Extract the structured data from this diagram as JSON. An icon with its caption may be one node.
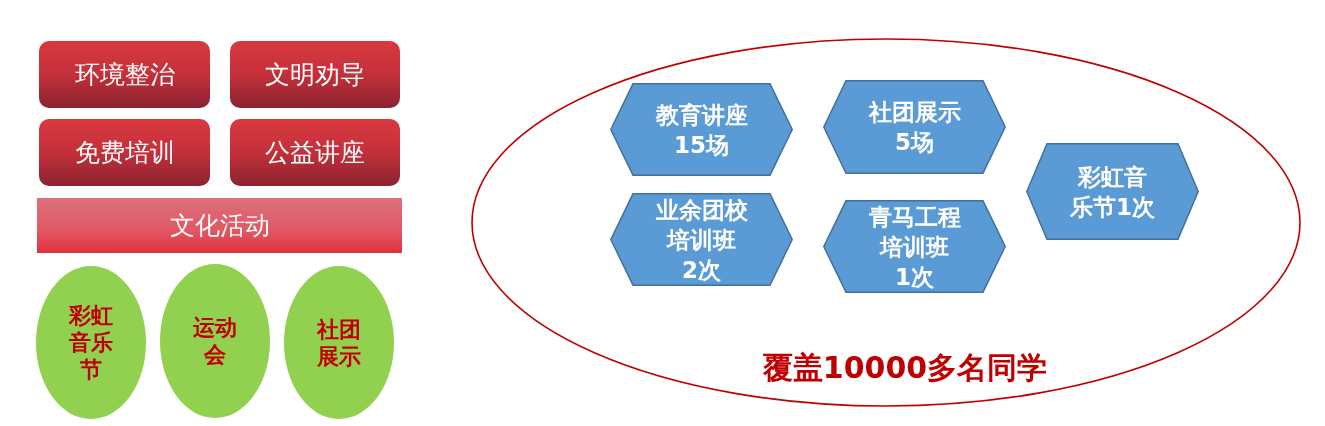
{
  "diagram": {
    "nodes": [
      {
        "text": [
          "环境整治"
        ]
      },
      {
        "text": [
          "文明劝导"
        ]
      },
      {
        "text": [
          "免费培训"
        ]
      },
      {
        "text": [
          "公益讲座"
        ]
      },
      {
        "text": [
          "文化活动"
        ]
      },
      {
        "text": [
          "彩虹音乐节"
        ]
      },
      {
        "text": [
          "运动会"
        ]
      },
      {
        "text": [
          "社团展示"
        ]
      },
      {
        "text": [
          "覆盖10000多名同学"
        ]
      },
      {
        "text": [
          "教育讲座",
          "15场"
        ],
        "in": 8
      },
      {
        "text": [
          "社团展示",
          "5场"
        ],
        "in": 8
      },
      {
        "text": [
          "业余团校培训班",
          "2次"
        ],
        "in": 8
      },
      {
        "text": [
          "青马工程培训班",
          "1次"
        ],
        "in": 8
      },
      {
        "text": [
          "彩虹音乐节1次"
        ],
        "in": 8
      }
    ]
  }
}
